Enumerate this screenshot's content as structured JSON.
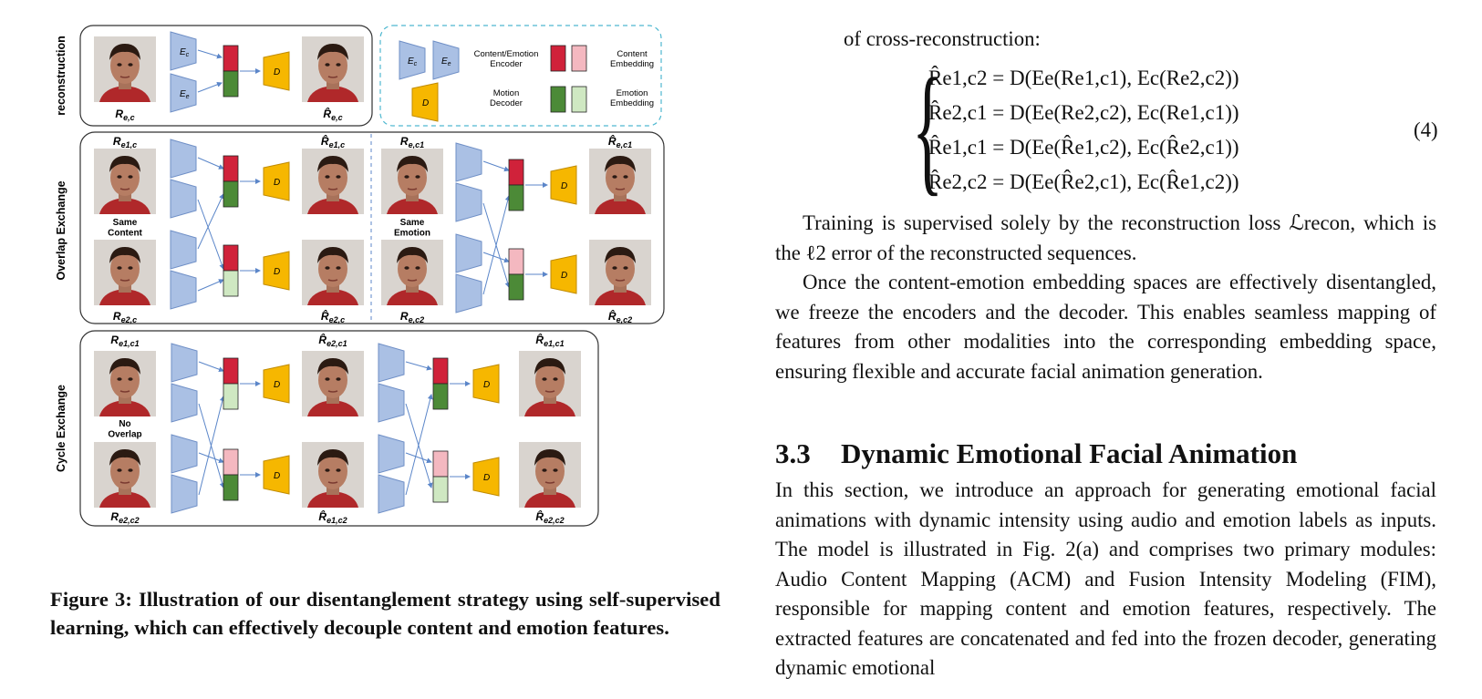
{
  "figure": {
    "rows": {
      "reconstruction": "reconstruction",
      "overlap": "Overlap Exchange",
      "cycle": "Cycle Exchange"
    },
    "legend": {
      "enc_ce": "Content/Emotion\nEncoder",
      "motion_dec": "Motion\nDecoder",
      "content_emb": "Content\nEmbedding",
      "emotion_emb": "Emotion\nEmbedding"
    },
    "notes": {
      "same_content": "Same\nContent",
      "same_emotion": "Same\nEmotion",
      "no_overlap": "No\nOverlap"
    },
    "symbols": {
      "ec": "E",
      "ec_sub": "c",
      "ee": "E",
      "ee_sub": "e",
      "d": "D"
    },
    "labels": {
      "r_ec": "R",
      "r_ec_sub": "e,c",
      "rhat_ec": "R̂",
      "rhat_ec_sub": "e,c",
      "r_e1c": "R",
      "r_e1c_sub": "e1,c",
      "rhat_e1c": "R̂",
      "rhat_e1c_sub": "e1,c",
      "r_e2c": "R",
      "r_e2c_sub": "e2,c",
      "rhat_e2c": "R̂",
      "rhat_e2c_sub": "e2,c",
      "r_ec1": "R",
      "r_ec1_sub": "e,c1",
      "rhat_ec1": "R̂",
      "rhat_ec1_sub": "e,c1",
      "r_ec2": "R",
      "r_ec2_sub": "e,c2",
      "rhat_ec2": "R̂",
      "rhat_ec2_sub": "e,c2",
      "r_e1c1": "R",
      "r_e1c1_sub": "e1,c1",
      "rhat_e2c1": "R̂",
      "rhat_e2c1_sub": "e2,c1",
      "rhat_e1c1": "R̂",
      "rhat_e1c1_sub": "e1,c1",
      "r_e2c2": "R",
      "r_e2c2_sub": "e2,c2",
      "rhat_e1c2": "R̂",
      "rhat_e1c2_sub": "e1,c2",
      "rhat_e2c2": "R̂",
      "rhat_e2c2_sub": "e2,c2"
    },
    "colors": {
      "content_dark": "#d0223a",
      "content_light": "#f4b8c0",
      "emotion_dark": "#4c8a37",
      "emotion_light": "#cfe8c2",
      "encoder": "#aac0e4",
      "encoder_stroke": "#6f8fc6",
      "decoder": "#f6b700",
      "legend_border": "#4fb8d0",
      "arrow": "#5b86c9"
    }
  },
  "caption": "Figure 3: Illustration of our disentanglement strategy using self-supervised learning, which can effectively decouple content and emotion features.",
  "text": {
    "lead": "of cross-reconstruction:",
    "equations": [
      "R̂e1,c2 = D(Ee(Re1,c1), Ec(Re2,c2))",
      "R̂e2,c1 = D(Ee(Re2,c2), Ec(Re1,c1))",
      "R̂e1,c1 = D(Ee(R̂e1,c2), Ec(R̂e2,c1))",
      "R̂e2,c2 = D(Ee(R̂e2,c1), Ec(R̂e1,c2))"
    ],
    "eq_number": "(4)",
    "p1": "Training is supervised solely by the reconstruction loss ℒrecon, which is the ℓ2 error of the reconstructed sequences.",
    "p2": "Once the content-emotion embedding spaces are effectively disentangled, we freeze the encoders and the decoder. This enables seamless mapping of features from other modalities into the corresponding embedding space, ensuring flexible and accurate facial animation generation.",
    "section_number": "3.3",
    "section_title": "Dynamic Emotional Facial Animation",
    "p3": "In this section, we introduce an approach for generating emotional facial animations with dynamic intensity using audio and emotion labels as inputs. The model is illustrated in Fig. 2(a) and comprises two primary modules: Audio Content Mapping (ACM) and Fusion Intensity Modeling (FIM), responsible for mapping content and emotion features, respectively. The extracted features are concatenated and fed into the frozen decoder, generating dynamic emotional"
  }
}
